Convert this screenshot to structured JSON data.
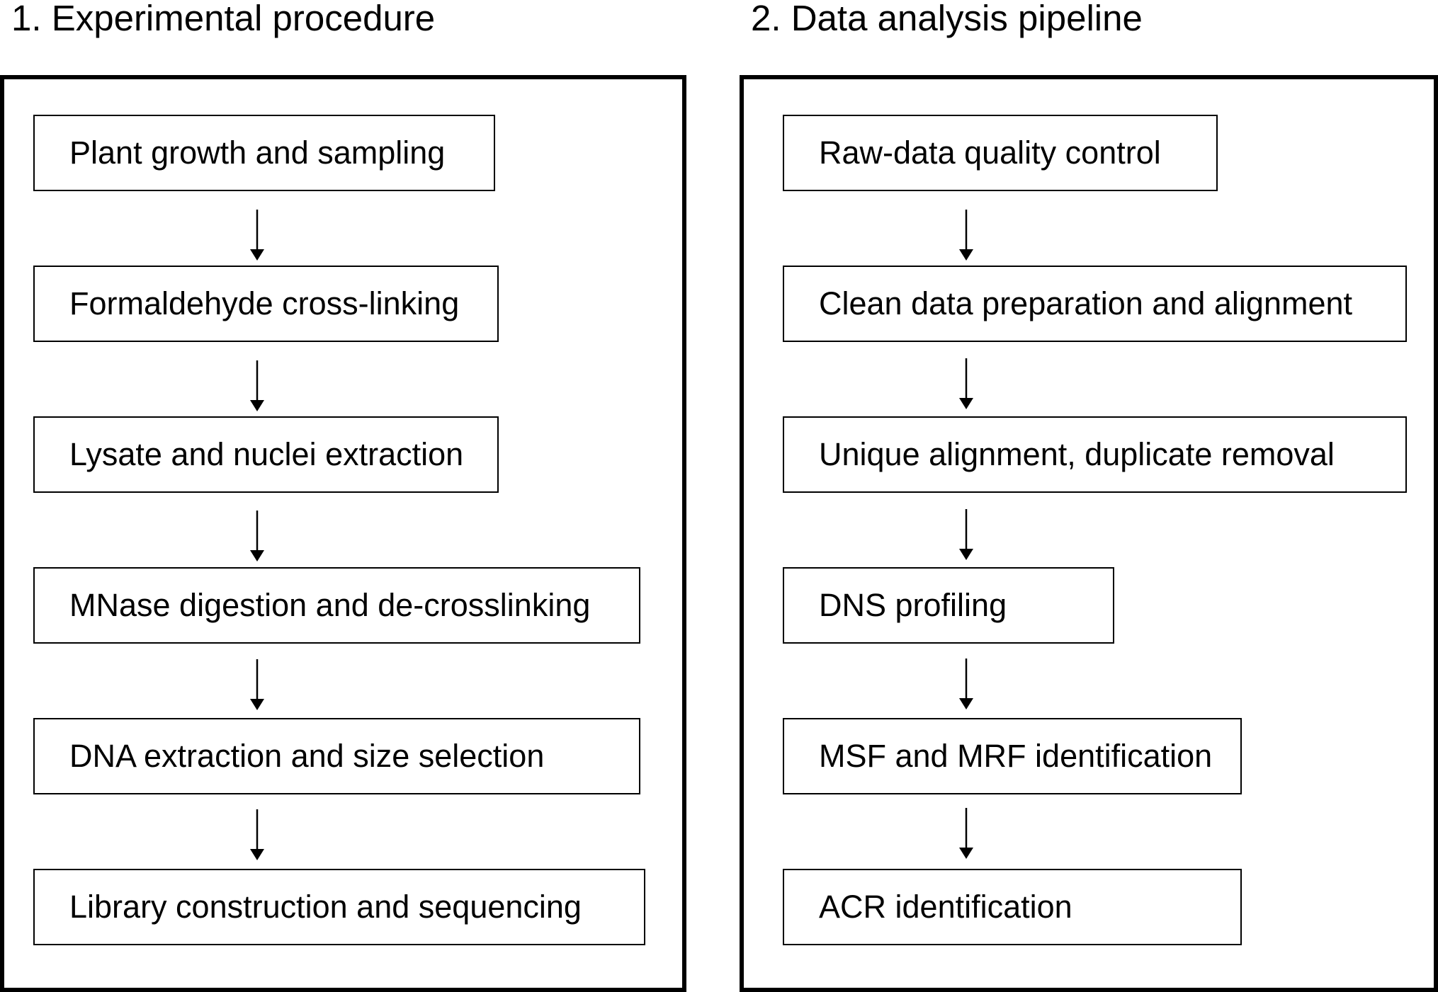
{
  "left_panel": {
    "title": "1. Experimental procedure",
    "steps": [
      "Plant growth and sampling",
      "Formaldehyde cross-linking",
      "Lysate and nuclei extraction",
      "MNase digestion and de-crosslinking",
      "DNA extraction and size selection",
      "Library construction and sequencing"
    ]
  },
  "right_panel": {
    "title": "2. Data analysis pipeline",
    "steps": [
      "Raw-data quality control",
      "Clean data preparation and alignment",
      "Unique alignment, duplicate removal",
      "DNS profiling",
      "MSF and MRF identification",
      "ACR identification"
    ]
  }
}
